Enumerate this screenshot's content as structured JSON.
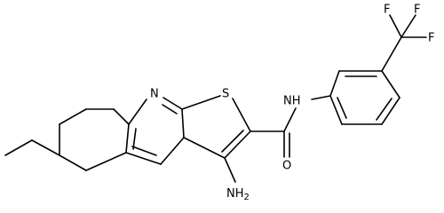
{
  "molecule": {
    "bond_color": "#000000",
    "background": "#ffffff",
    "atom_labels": {
      "n_ring": "N",
      "s_ring": "S",
      "nh_amide": "NH",
      "o_carbonyl": "O",
      "nh2": "NH",
      "nh2_sub": "2",
      "f_top_left": "F",
      "f_top_right": "F",
      "f_right": "F"
    }
  }
}
